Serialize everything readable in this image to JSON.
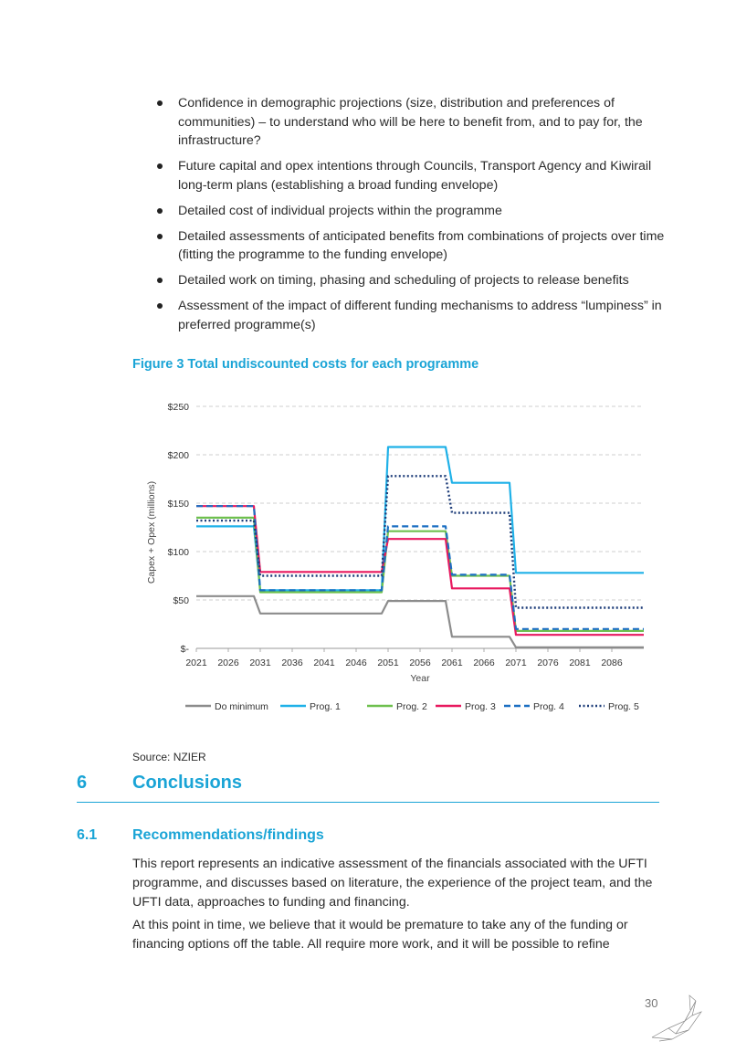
{
  "bullets": [
    "Confidence in demographic projections (size, distribution and preferences of communities) – to understand who will be here to benefit from, and to pay for, the infrastructure?",
    "Future capital and opex intentions through Councils, Transport Agency and Kiwirail long-term plans (establishing a broad funding envelope)",
    "Detailed cost of individual projects within the programme",
    "Detailed assessments of anticipated benefits from combinations of projects over time (fitting the programme to the funding envelope)",
    "Detailed work on timing, phasing and scheduling of projects to release benefits",
    "Assessment of the impact of different funding mechanisms to address “lumpiness” in preferred programme(s)"
  ],
  "figure_caption": "Figure 3 Total undiscounted costs for each programme",
  "chart_data": {
    "type": "line",
    "xlabel": "Year",
    "ylabel": "Capex + Opex (millions)",
    "x_ticks": [
      2021,
      2026,
      2031,
      2036,
      2041,
      2046,
      2051,
      2056,
      2061,
      2066,
      2071,
      2076,
      2081,
      2086
    ],
    "y_ticks": [
      0,
      50,
      100,
      150,
      200,
      250
    ],
    "y_tick_labels": [
      "$-",
      "$50",
      "$100",
      "$150",
      "$200",
      "$250"
    ],
    "xlim": [
      2021,
      2091
    ],
    "ylim": [
      0,
      250
    ],
    "grid": "horizontal-dashed",
    "legend_position": "bottom",
    "series": [
      {
        "name": "Do minimum",
        "color": "#8c8c8c",
        "dash": "solid",
        "x": [
          2021,
          2030,
          2031,
          2050,
          2051,
          2060,
          2061,
          2070,
          2071,
          2091
        ],
        "y": [
          54,
          54,
          36,
          36,
          49,
          49,
          12,
          12,
          1,
          1
        ]
      },
      {
        "name": "Prog. 1",
        "color": "#1fb1e8",
        "dash": "solid",
        "x": [
          2021,
          2030,
          2031,
          2050,
          2051,
          2060,
          2061,
          2070,
          2071,
          2091
        ],
        "y": [
          126,
          126,
          60,
          60,
          208,
          208,
          171,
          171,
          78,
          78
        ]
      },
      {
        "name": "Prog. 2",
        "color": "#6ec04e",
        "dash": "solid",
        "x": [
          2021,
          2030,
          2031,
          2050,
          2051,
          2060,
          2061,
          2070,
          2071,
          2091
        ],
        "y": [
          135,
          135,
          58,
          58,
          121,
          121,
          75,
          75,
          18,
          18
        ]
      },
      {
        "name": "Prog. 3",
        "color": "#e8195f",
        "dash": "solid",
        "x": [
          2021,
          2030,
          2031,
          2050,
          2051,
          2060,
          2061,
          2070,
          2071,
          2091
        ],
        "y": [
          147,
          147,
          79,
          79,
          113,
          113,
          62,
          62,
          14,
          14
        ]
      },
      {
        "name": "Prog. 4",
        "color": "#1b6fc2",
        "dash": "dashed",
        "x": [
          2021,
          2030,
          2031,
          2050,
          2051,
          2060,
          2061,
          2070,
          2071,
          2091
        ],
        "y": [
          147,
          147,
          60,
          60,
          126,
          126,
          76,
          76,
          20,
          20
        ]
      },
      {
        "name": "Prog. 5",
        "color": "#1f3e7a",
        "dash": "dotted",
        "x": [
          2021,
          2030,
          2031,
          2050,
          2051,
          2060,
          2061,
          2070,
          2071,
          2091
        ],
        "y": [
          132,
          132,
          75,
          75,
          178,
          178,
          140,
          140,
          42,
          42
        ]
      }
    ]
  },
  "source": "Source: NZIER",
  "section": {
    "number": "6",
    "title": "Conclusions"
  },
  "subsection": {
    "number": "6.1",
    "title": "Recommendations/findings"
  },
  "paragraphs": [
    "This report represents an indicative assessment of the financials associated with the UFTI programme, and discusses based on literature, the experience of the project team, and the UFTI data, approaches to funding and financing.",
    "At this point in time, we believe that it would be premature to take any of the funding or financing options off the table. All require more work, and it will be possible to refine"
  ],
  "page_number": "30",
  "logo_icon": "nzier-logo-icon"
}
